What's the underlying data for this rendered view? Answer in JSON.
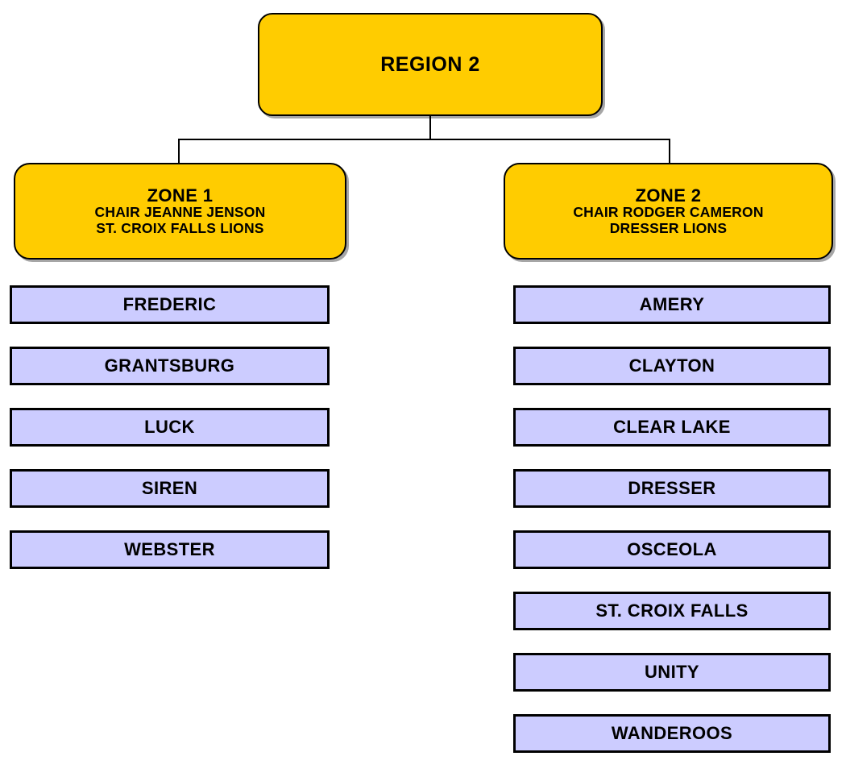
{
  "chart_data": {
    "type": "diagram",
    "title": "REGION 2",
    "subtype": "organization-tree",
    "root": {
      "label": "REGION 2"
    },
    "branches": [
      {
        "title": "ZONE 1",
        "chair": "CHAIR JEANNE JENSON",
        "club": "ST. CROIX FALLS LIONS",
        "members": [
          "FREDERIC",
          "GRANTSBURG",
          "LUCK",
          "SIREN",
          "WEBSTER"
        ]
      },
      {
        "title": "ZONE 2",
        "chair": "CHAIR RODGER CAMERON",
        "club": "DRESSER LIONS",
        "members": [
          "AMERY",
          "CLAYTON",
          "CLEAR LAKE",
          "DRESSER",
          "OSCEOLA",
          "ST. CROIX FALLS",
          "UNITY",
          "WANDEROOS"
        ]
      }
    ],
    "colors": {
      "node_fill": "#FFCC00",
      "member_fill": "#CCCCFF",
      "stroke": "#000000",
      "text": "#000000",
      "background": "#FFFFFF"
    }
  },
  "region": {
    "label": "REGION 2"
  },
  "zone1": {
    "title": "ZONE 1",
    "chair": "CHAIR JEANNE JENSON",
    "club": "ST. CROIX FALLS LIONS"
  },
  "zone2": {
    "title": "ZONE 2",
    "chair": "CHAIR RODGER CAMERON",
    "club": "DRESSER LIONS"
  },
  "zone1_clubs": [
    "FREDERIC",
    "GRANTSBURG",
    "LUCK",
    "SIREN",
    "WEBSTER"
  ],
  "zone2_clubs": [
    "AMERY",
    "CLAYTON",
    "CLEAR LAKE",
    "DRESSER",
    "OSCEOLA",
    "ST. CROIX FALLS",
    "UNITY",
    "WANDEROOS"
  ]
}
